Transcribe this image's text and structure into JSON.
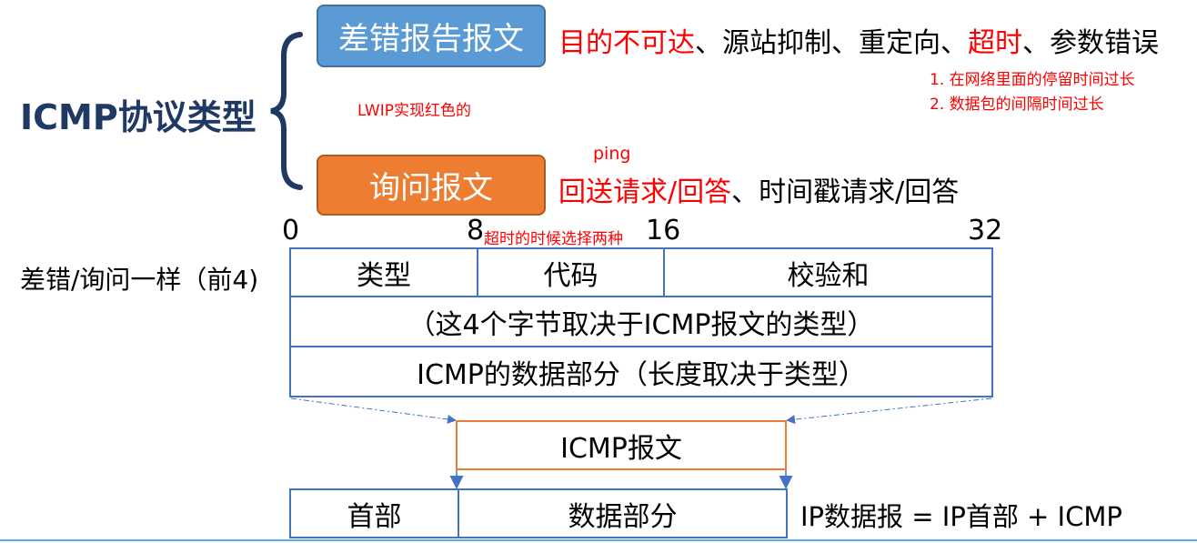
{
  "title": "ICMP协议类型",
  "categories": {
    "error": {
      "label": "差错报告报文",
      "types": [
        "目的不可达",
        "、源站抑制、重定向、",
        "超时",
        "、参数错误"
      ],
      "timeout_notes": [
        "1. 在网络里面的停留时间过长",
        "2. 数据包的间隔时间过长"
      ]
    },
    "query": {
      "label": "询问报文",
      "types": [
        "回送请求/回答",
        "、时间戳请求/回答"
      ],
      "ping_note": "ping"
    },
    "lwip_note": "LWIP实现红色的"
  },
  "header_format": {
    "bit_ticks": [
      "0",
      "8",
      "16",
      "32"
    ],
    "tick_note": "超时的时候选择两种",
    "left_label": "差错/询问一样（前4)",
    "fields": [
      "类型",
      "代码",
      "校验和"
    ],
    "row2": "（这4个字节取决于ICMP报文的类型）",
    "row3": "ICMP的数据部分（长度取决于类型）"
  },
  "icmp_message": "ICMP报文",
  "ip_datagram": {
    "header": "首部",
    "data": "数据部分",
    "equation": "IP数据报 = IP首部 + ICMP"
  },
  "colors": {
    "blue_box": "#5b9bd5",
    "orange_box": "#ed7d31",
    "title": "#1f3864",
    "highlight": "#ff0000",
    "grid_border": "#4472c4"
  }
}
